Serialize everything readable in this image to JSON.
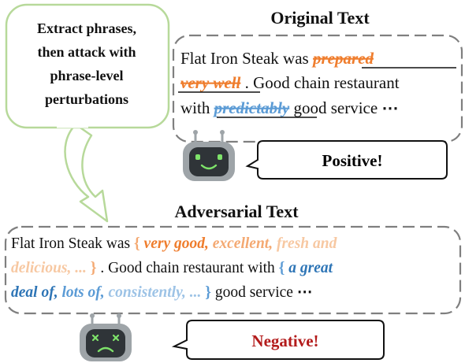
{
  "instruction": {
    "lines": [
      "Extract phrases,",
      "then attack with",
      "phrase-level",
      "perturbations"
    ]
  },
  "original": {
    "heading": "Original Text",
    "line1_prefix": "Flat Iron Steak was ",
    "phrase1_a": "prepared",
    "phrase1_b": "very well",
    "line2_rest": ". Good chain restaurant",
    "line3_prefix": "with ",
    "phrase2": "predictably",
    "line3_rest": " good service ",
    "ellipsis": "⋯"
  },
  "original_prediction": {
    "label": "Positive!",
    "color": "#111111"
  },
  "adversarial": {
    "heading": "Adversarial Text",
    "line1_prefix": "Flat Iron Steak was ",
    "open1": "{",
    "sub1_a": "very good,",
    "sub1_b": " excellent,",
    "sub1_c": " fresh and",
    "sub1_d": "delicious, ...",
    "close1": "}",
    "line2_mid": ". Good chain restaurant with ",
    "open2": "{",
    "sub2_a": "a great",
    "sub2_b": "deal of,",
    "sub2_c": " lots of,",
    "sub2_d": " consistently, ...",
    "close2": "}",
    "line3_rest": " good service ",
    "ellipsis": "⋯"
  },
  "adversarial_prediction": {
    "label": "Negative!",
    "color": "#b31b1b"
  },
  "colors": {
    "callout_green": "#b7d99a",
    "box_dashed": "#7f7f7f",
    "robot_body": "#9ea4a8",
    "robot_face": "#2f3438",
    "robot_eyes_positive": "#7ee36a",
    "robot_eyes_negative": "#7ee36a",
    "phrase_orange": "#ef7d2d",
    "phrase_blue": "#2e75b6"
  }
}
